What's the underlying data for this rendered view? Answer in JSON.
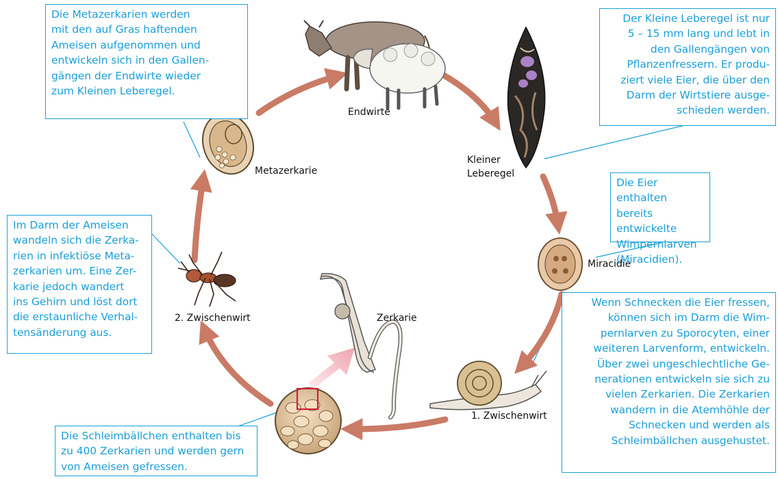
{
  "labels": {
    "endwirte": "Endwirte",
    "leberegel": "Kleiner\nLeberegel",
    "miracidie": "Miracidie",
    "zwischenwirt1": "1. Zwischenwirt",
    "zerkarie": "Zerkarie",
    "zwischenwirt2": "2. Zwischenwirt",
    "metazerkarie": "Metazerkarie"
  },
  "boxes": {
    "metazerkarien": "Die Metazerkarien werden\nmit den auf Gras haftenden\nAmeisen aufgenommen und\nentwickeln sich in den Gallen-\ngängen der Endwirte wieder\nzum Kleinen Leberegel.",
    "leberegel": "Der Kleine Leberegel ist nur\n5 – 15 mm lang und lebt in\nden Gallengängen von\nPflanzenfressern. Er produ-\nziert viele Eier, die über den\nDarm der Wirtstiere ausge-\nschieden werden.",
    "eier": "Die Eier enthalten\nbereits entwickelte\nWimpernlarven\n(Miracidien).",
    "schnecken": "Wenn Schnecken die Eier fressen,\nkönnen sich im Darm die Wim-\npernlarven zu Sporocyten, einer\nweiteren Larvenform, entwickeln.\nÜber zwei ungeschlechtliche Ge-\nnerationen entwickeln sie sich zu\nvielen Zerkarien. Die Zerkarien\nwandern in die Atemhöhle der\nSchnecken und werden als\nSchleimbällchen ausgehustet.",
    "ameisen": "Im Darm der Ameisen\nwandeln sich die Zerka-\nrien in infektiöse Meta-\nzerkarien um. Eine Zer-\nkarie jedoch wandert\nins Gehirn und löst dort\ndie erstaunliche Verhal-\ntensänderung aus.",
    "schleim": "Die Schleimbällchen enthalten bis\nzu 400 Zerkarien und werden gern\nvon Ameisen gefressen."
  },
  "colors": {
    "box_border": "#1a9fd9",
    "box_text": "#1a9fd9",
    "cycle_arrow": "#c97b66",
    "highlight_arrow": "#f0a3b0",
    "highlight_frame": "#d0203a",
    "label_text": "#111111"
  },
  "icons": [
    "cow-icon",
    "sheep-icon",
    "liver-fluke-icon",
    "egg-miracidium-icon",
    "snail-icon",
    "slime-ball-icon",
    "cercaria-icon",
    "ant-icon",
    "metacercaria-cyst-icon"
  ]
}
